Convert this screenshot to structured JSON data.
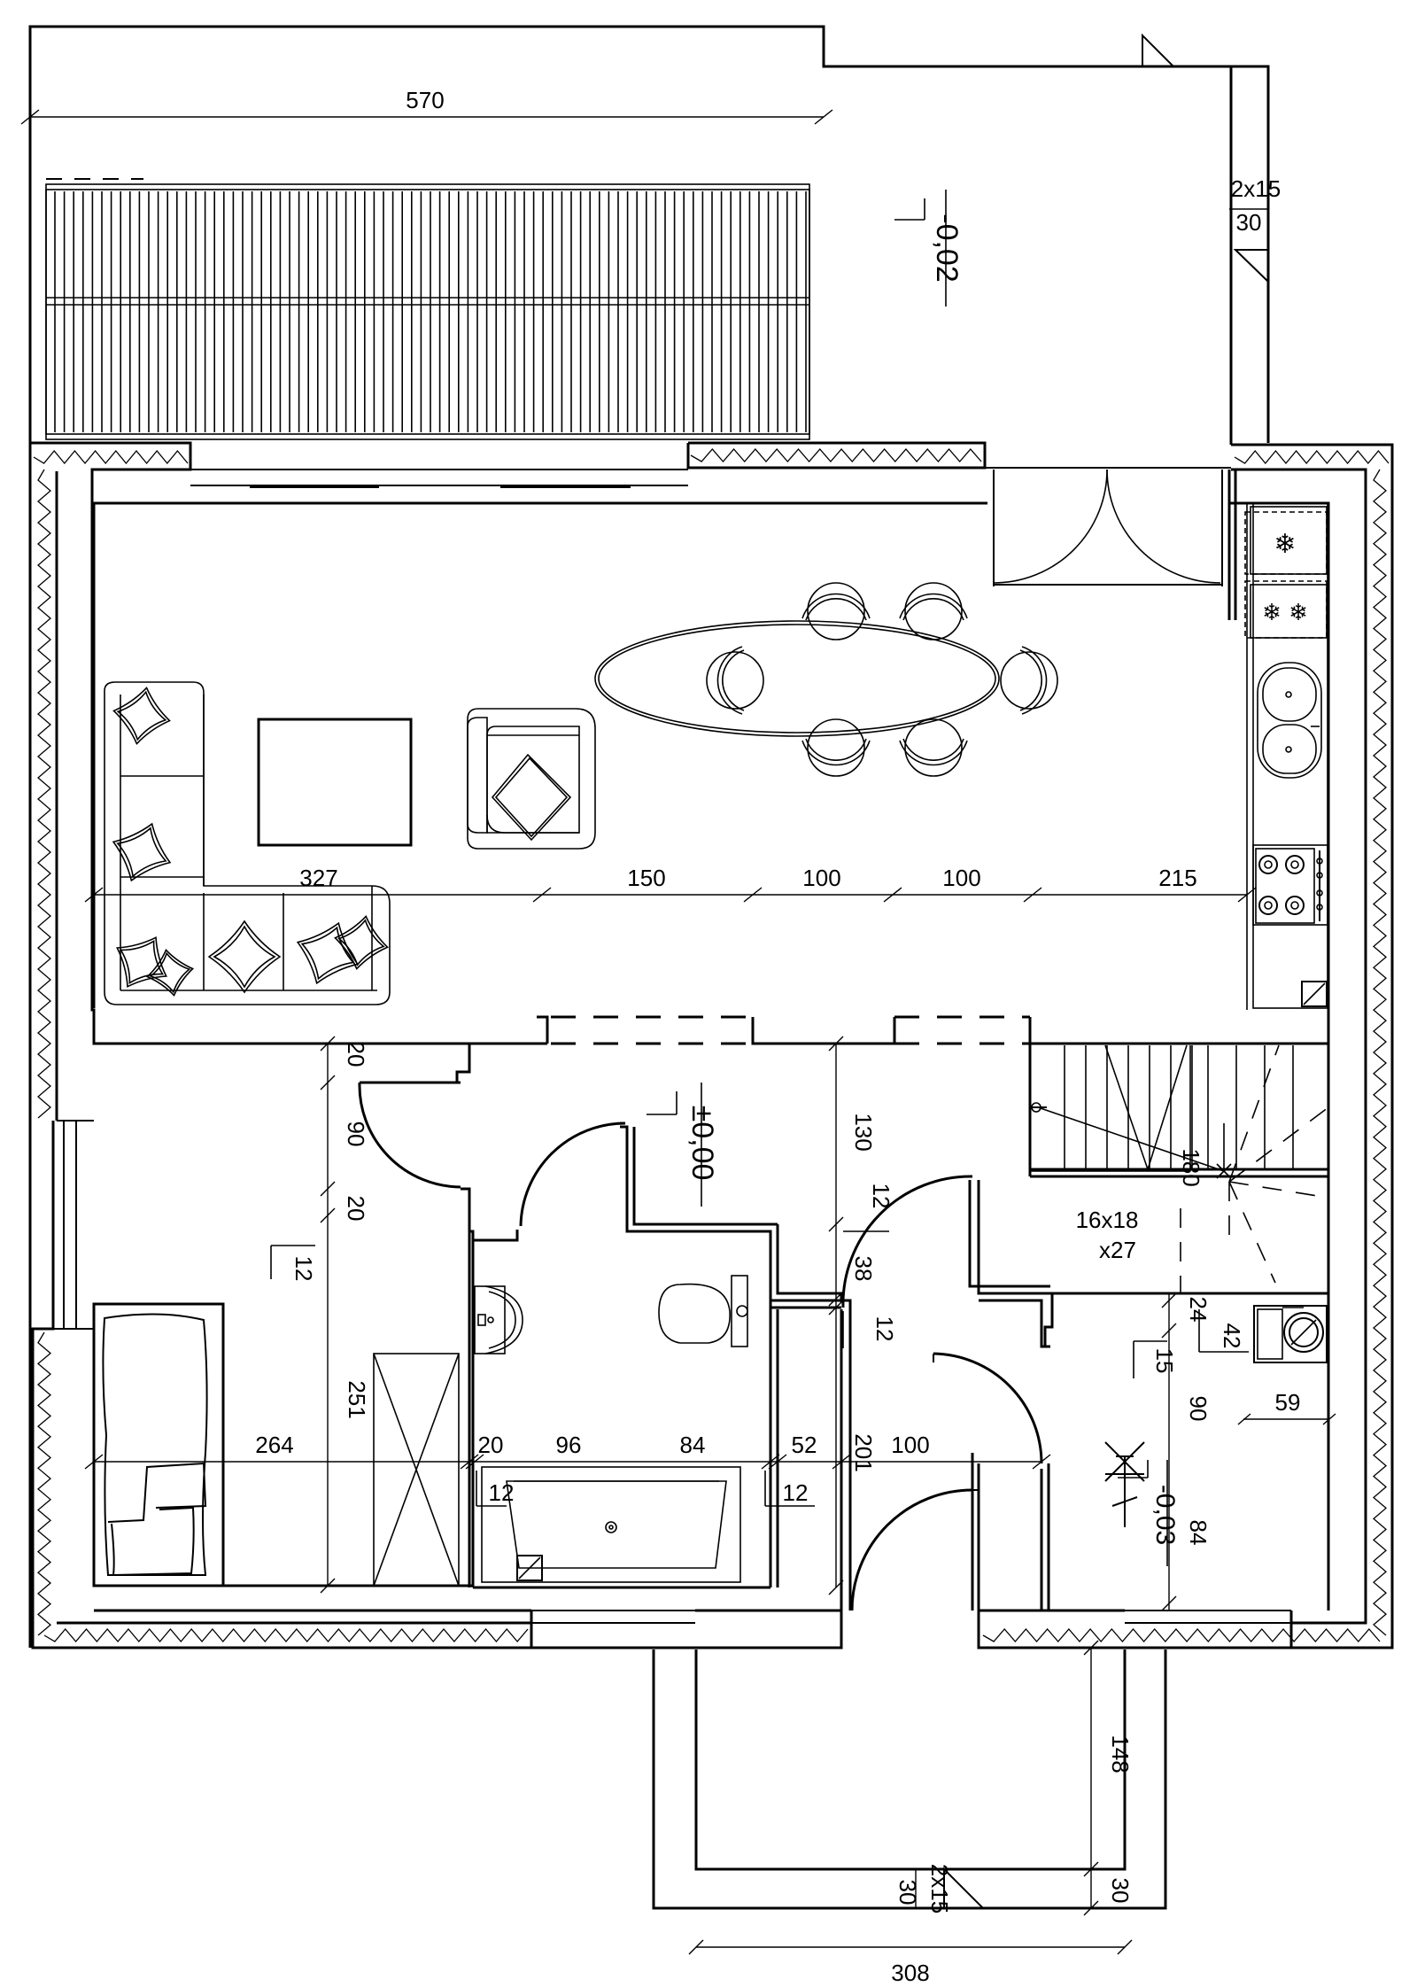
{
  "dimensions": {
    "terrace_width": "570",
    "terrace_step": "2x15",
    "terrace_step_depth": "30",
    "living_327": "327",
    "living_150": "150",
    "living_100a": "100",
    "living_100b": "100",
    "living_215": "215",
    "bed_20a": "20",
    "bed_90": "90",
    "bed_20b": "20",
    "bed_12": "12",
    "bed_264": "264",
    "bed_251": "251",
    "bath_20": "20",
    "bath_96": "96",
    "bath_84": "84",
    "bath_12": "12",
    "hall_52": "52",
    "hall_12a": "12",
    "hall_201": "201",
    "hall_100": "100",
    "hall_130": "130",
    "hall_12b": "12",
    "hall_38": "38",
    "hall_12c": "12",
    "stair_180": "180",
    "stair_spec_1": "16x18",
    "stair_spec_2": "x27",
    "tech_24": "24",
    "tech_42": "42",
    "tech_15": "15",
    "tech_90": "90",
    "tech_59": "59",
    "tech_84": "84",
    "porch_148": "148",
    "porch_step": "2x15",
    "porch_step_depth": "30",
    "porch_30": "30",
    "porch_width": "308"
  },
  "levels": {
    "terrace": "-0,02",
    "main": "±0,00",
    "technical": "-0,03"
  },
  "symbols": {
    "snowflake": "❄"
  }
}
